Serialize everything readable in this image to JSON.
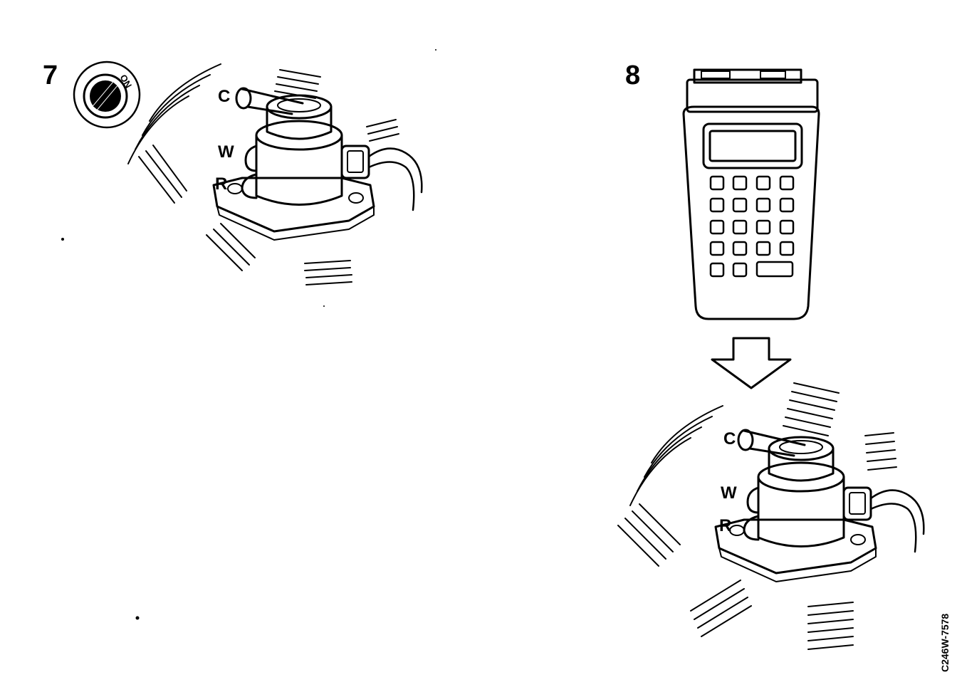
{
  "steps": [
    {
      "number": "7",
      "ignition_label": "ON",
      "wire_labels": {
        "c": "C",
        "w": "W",
        "r": "R"
      }
    },
    {
      "number": "8",
      "wire_labels": {
        "c": "C",
        "w": "W",
        "r": "R"
      }
    }
  ],
  "figure_code": "C246W-7578"
}
